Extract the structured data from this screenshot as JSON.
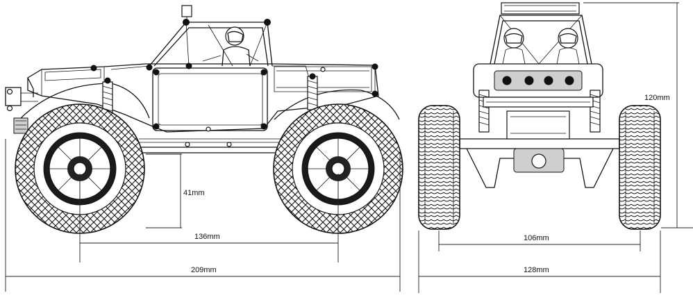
{
  "dimensions": {
    "side_height_clearance": "41mm",
    "side_wheelbase": "136mm",
    "side_length": "209mm",
    "front_height": "120mm",
    "front_track": "106mm",
    "front_width": "128mm"
  }
}
